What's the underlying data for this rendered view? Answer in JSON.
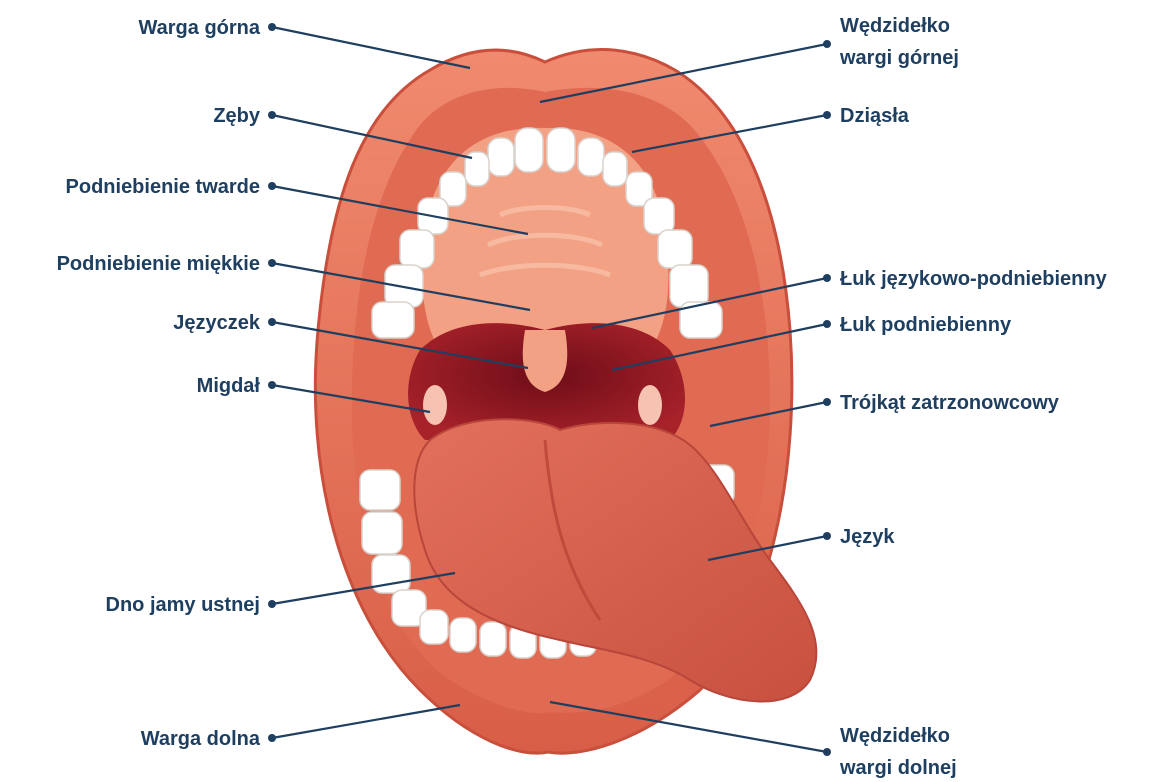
{
  "diagram": {
    "labels": {
      "warga_gorna": "Warga górna",
      "zeby": "Zęby",
      "podniebienie_twarde": "Podniebienie twarde",
      "podniebienie_miekkie": "Podniebienie miękkie",
      "jezyczek": "Języczek",
      "migdal": "Migdał",
      "dno_jamy_ustnej": "Dno jamy ustnej",
      "warga_dolna": "Warga dolna",
      "wedzidelko_wargi_gornej_1": "Wędzidełko",
      "wedzidelko_wargi_gornej_2": "wargi górnej",
      "dziasla": "Dziąsła",
      "luk_jezykowo_podniebienny": "Łuk językowo-podniebienny",
      "luk_podniebienny": "Łuk podniebienny",
      "trojkat_zatrzonowcowy": "Trójkąt zatrzonowcowy",
      "jezyk": "Język",
      "wedzidelko_wargi_dolnej_1": "Wędzidełko",
      "wedzidelko_wargi_dolnej_2": "wargi dolnej"
    },
    "colors": {
      "label_text": "#1f3f60",
      "lip": "#e8735a",
      "lip_dark": "#c94f3c",
      "palate": "#f3a184",
      "throat": "#8a1420",
      "tongue": "#d9604d",
      "tooth": "#ffffff",
      "gum": "#f09a84"
    }
  }
}
